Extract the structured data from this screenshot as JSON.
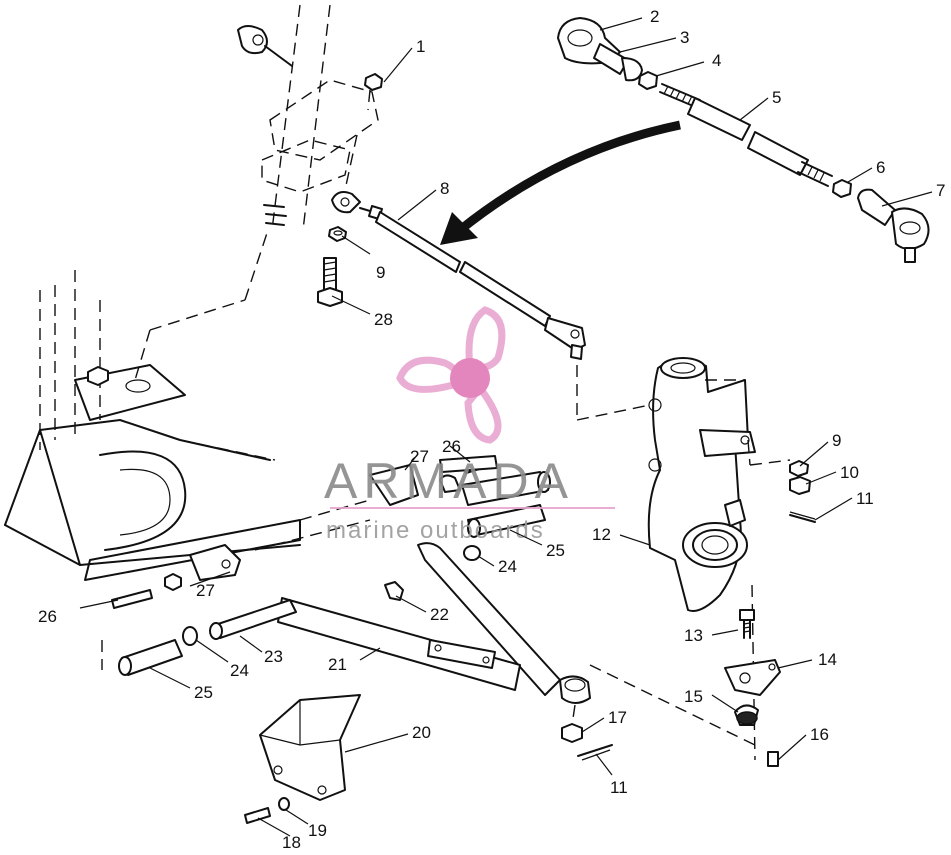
{
  "watermark": {
    "brand": "ARMADA",
    "tagline": "marine outboards",
    "logo_colors": {
      "petal": "#e8a5cf",
      "hub": "#e17ab8"
    }
  },
  "callouts": [
    {
      "id": "c1",
      "label": "1"
    },
    {
      "id": "c2",
      "label": "2"
    },
    {
      "id": "c3",
      "label": "3"
    },
    {
      "id": "c4",
      "label": "4"
    },
    {
      "id": "c5",
      "label": "5"
    },
    {
      "id": "c6",
      "label": "6"
    },
    {
      "id": "c7",
      "label": "7"
    },
    {
      "id": "c8",
      "label": "8"
    },
    {
      "id": "c9a",
      "label": "9"
    },
    {
      "id": "c28",
      "label": "28"
    },
    {
      "id": "c9b",
      "label": "9"
    },
    {
      "id": "c10",
      "label": "10"
    },
    {
      "id": "c11a",
      "label": "11"
    },
    {
      "id": "c12",
      "label": "12"
    },
    {
      "id": "c27a",
      "label": "27"
    },
    {
      "id": "c26a",
      "label": "26"
    },
    {
      "id": "c25a",
      "label": "25"
    },
    {
      "id": "c24a",
      "label": "24"
    },
    {
      "id": "c27b",
      "label": "27"
    },
    {
      "id": "c26b",
      "label": "26"
    },
    {
      "id": "c22",
      "label": "22"
    },
    {
      "id": "c23",
      "label": "23"
    },
    {
      "id": "c24b",
      "label": "24"
    },
    {
      "id": "c21",
      "label": "21"
    },
    {
      "id": "c25b",
      "label": "25"
    },
    {
      "id": "c13",
      "label": "13"
    },
    {
      "id": "c14",
      "label": "14"
    },
    {
      "id": "c15",
      "label": "15"
    },
    {
      "id": "c16",
      "label": "16"
    },
    {
      "id": "c17",
      "label": "17"
    },
    {
      "id": "c11b",
      "label": "11"
    },
    {
      "id": "c20",
      "label": "20"
    },
    {
      "id": "c18",
      "label": "18"
    },
    {
      "id": "c19",
      "label": "19"
    }
  ]
}
